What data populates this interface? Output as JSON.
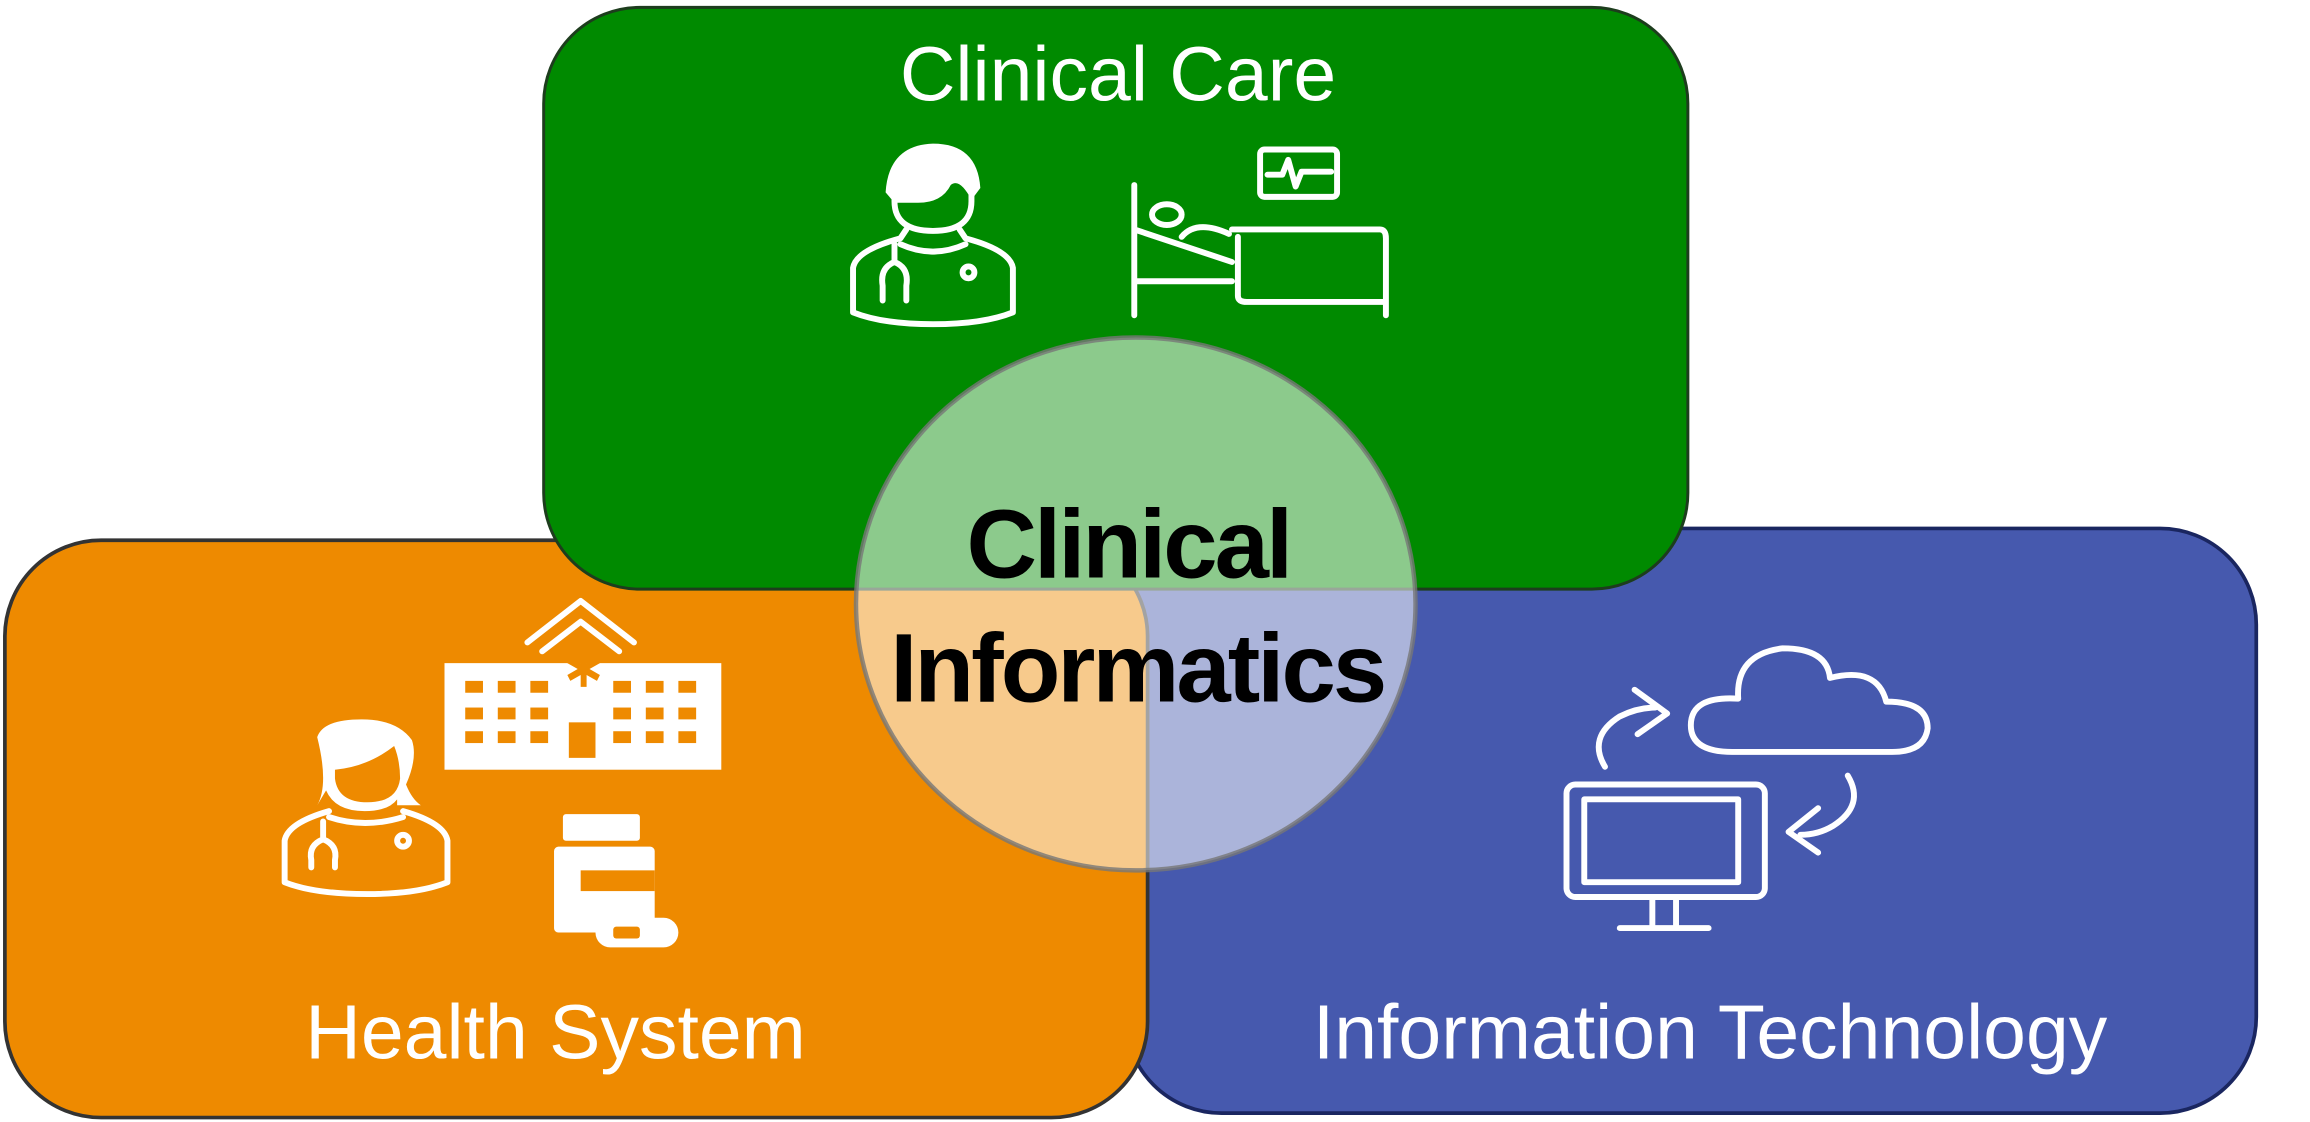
{
  "title": "Clinical Informatics",
  "center": {
    "line1": "Clinical",
    "line2": "Informatics"
  },
  "domains": [
    {
      "label": "Clinical Care",
      "color": "#008a00",
      "icons": [
        "doctor-icon",
        "hospital-bed-icon"
      ]
    },
    {
      "label": "Health System",
      "color": "#ee8a00",
      "icons": [
        "hospital-building-icon",
        "female-doctor-icon",
        "medicine-bottle-icon"
      ]
    },
    {
      "label": "Information Technology",
      "color": "#4659ae",
      "icons": [
        "cloud-sync-icon",
        "monitor-icon"
      ]
    }
  ]
}
